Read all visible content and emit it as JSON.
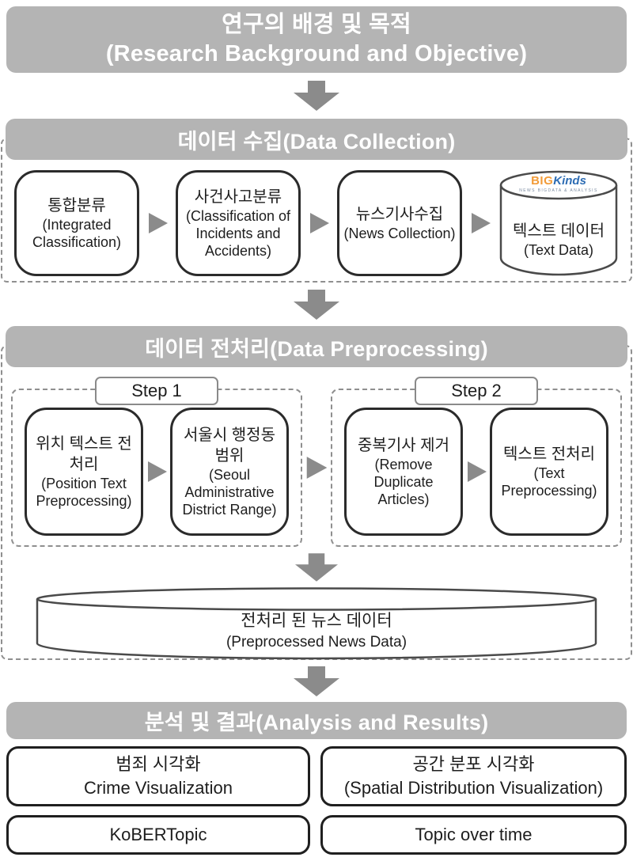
{
  "colors": {
    "banner_gray": "#b4b4b4",
    "arrow_gray": "#8b8b8b",
    "node_border": "#2b2b2b",
    "dashed_border": "#8f8f8f",
    "logo_orange": "#f29b38",
    "logo_blue": "#2e6db4"
  },
  "title": {
    "ko": "연구의 배경 및 목적",
    "en": "(Research Background and Objective)"
  },
  "collection": {
    "banner": "데이터 수집(Data Collection)",
    "nodes": [
      {
        "ko": "통합분류",
        "en": "(Integrated Classification)"
      },
      {
        "ko": "사건사고분류",
        "en": "(Classification of Incidents and Accidents)"
      },
      {
        "ko": "뉴스기사수집",
        "en": "(News Collection)"
      }
    ],
    "db": {
      "logo_big": "BIG",
      "logo_kinds": "Kinds",
      "logo_tagline": "NEWS BIGDATA & ANALYSIS",
      "ko": "텍스트 데이터",
      "en": "(Text Data)"
    }
  },
  "preprocessing": {
    "banner": "데이터 전처리(Data Preprocessing)",
    "step1": {
      "label": "Step 1",
      "nodes": [
        {
          "ko": "위치 텍스트 전처리",
          "en": "(Position Text Preprocessing)"
        },
        {
          "ko": "서울시 행정동 범위",
          "en": "(Seoul Administrative District Range)"
        }
      ]
    },
    "step2": {
      "label": "Step 2",
      "nodes": [
        {
          "ko": "중복기사 제거",
          "en": "(Remove Duplicate Articles)"
        },
        {
          "ko": "텍스트 전처리",
          "en": "(Text Preprocessing)"
        }
      ]
    },
    "db": {
      "ko": "전처리 된 뉴스 데이터",
      "en": "(Preprocessed News Data)"
    }
  },
  "analysis": {
    "banner": "분석 및 결과(Analysis and Results)",
    "boxes": [
      {
        "ko": "범죄 시각화",
        "en": "Crime Visualization"
      },
      {
        "ko": "공간 분포 시각화",
        "en": "(Spatial Distribution Visualization)"
      },
      {
        "label": "KoBERTopic"
      },
      {
        "label": "Topic over time"
      }
    ]
  }
}
